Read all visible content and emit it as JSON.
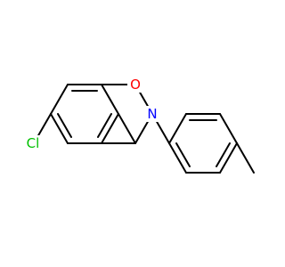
{
  "molecule": {
    "atoms": {
      "oxygen": "O",
      "nitrogen": "N",
      "chlorine": "Cl"
    },
    "colors": {
      "bond": "#000000",
      "oxygen": "#ff0000",
      "nitrogen": "#0000ff",
      "chlorine": "#00c000",
      "background": "#ffffff"
    }
  }
}
